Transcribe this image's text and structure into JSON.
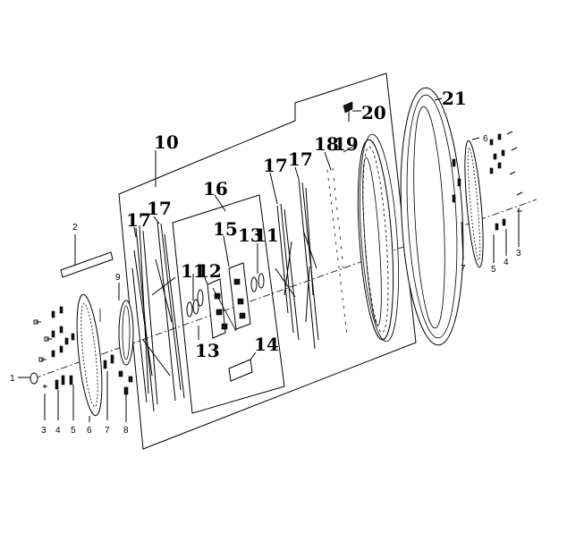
{
  "labels": {
    "l1": "1",
    "l2": "2",
    "l3a": "3",
    "l3b": "3",
    "l4a": "4",
    "l4b": "4",
    "l5a": "5",
    "l5b": "5",
    "l6a": "6",
    "l6b": "6",
    "l7a": "7",
    "l7b": "7",
    "l8": "8",
    "l9": "9",
    "l10": "10",
    "l11a": "11",
    "l11b": "11",
    "l12": "12",
    "l13a": "13",
    "l13b": "13",
    "l14": "14",
    "l15": "15",
    "l16": "16",
    "l17a": "17",
    "l17b": "17",
    "l17c": "17",
    "l17d": "17",
    "l18": "18",
    "l19": "19",
    "l20": "20",
    "l21": "21"
  }
}
